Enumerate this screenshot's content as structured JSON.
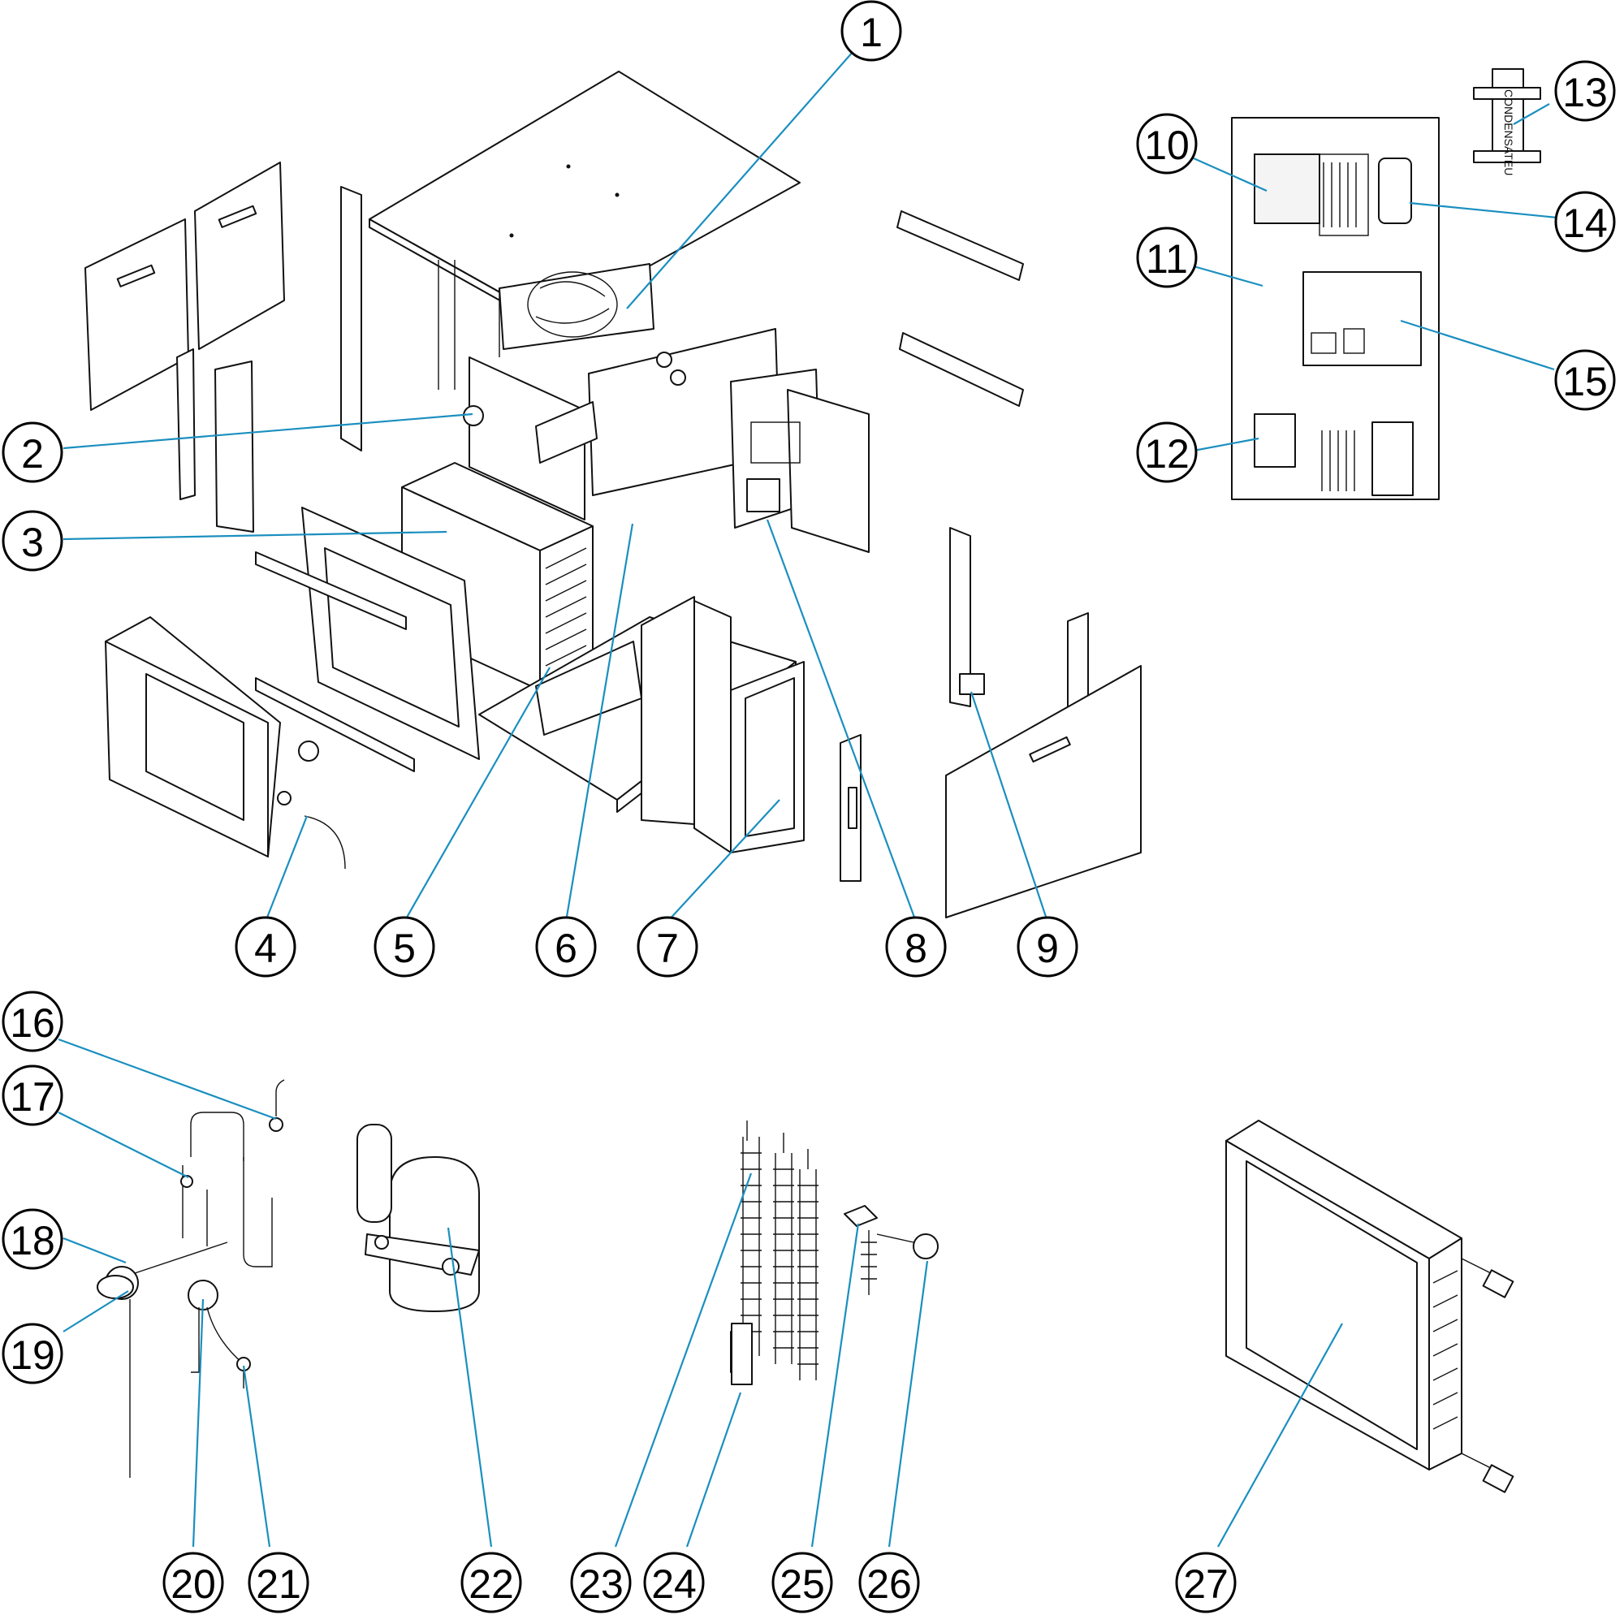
{
  "callouts": [
    {
      "id": 1,
      "label": "1"
    },
    {
      "id": 2,
      "label": "2"
    },
    {
      "id": 3,
      "label": "3"
    },
    {
      "id": 4,
      "label": "4"
    },
    {
      "id": 5,
      "label": "5"
    },
    {
      "id": 6,
      "label": "6"
    },
    {
      "id": 7,
      "label": "7"
    },
    {
      "id": 8,
      "label": "8"
    },
    {
      "id": 9,
      "label": "9"
    },
    {
      "id": 10,
      "label": "10"
    },
    {
      "id": 11,
      "label": "11"
    },
    {
      "id": 12,
      "label": "12"
    },
    {
      "id": 13,
      "label": "13"
    },
    {
      "id": 14,
      "label": "14"
    },
    {
      "id": 15,
      "label": "15"
    },
    {
      "id": 16,
      "label": "16"
    },
    {
      "id": 17,
      "label": "17"
    },
    {
      "id": 18,
      "label": "18"
    },
    {
      "id": 19,
      "label": "19"
    },
    {
      "id": 20,
      "label": "20"
    },
    {
      "id": 21,
      "label": "21"
    },
    {
      "id": 22,
      "label": "22"
    },
    {
      "id": 23,
      "label": "23"
    },
    {
      "id": 24,
      "label": "24"
    },
    {
      "id": 25,
      "label": "25"
    },
    {
      "id": 26,
      "label": "26"
    },
    {
      "id": 27,
      "label": "27"
    }
  ],
  "part_13_text": "CONDENSATEU",
  "colors": {
    "leader": "#1a8fbf",
    "outline": "#111111",
    "background": "#ffffff"
  }
}
